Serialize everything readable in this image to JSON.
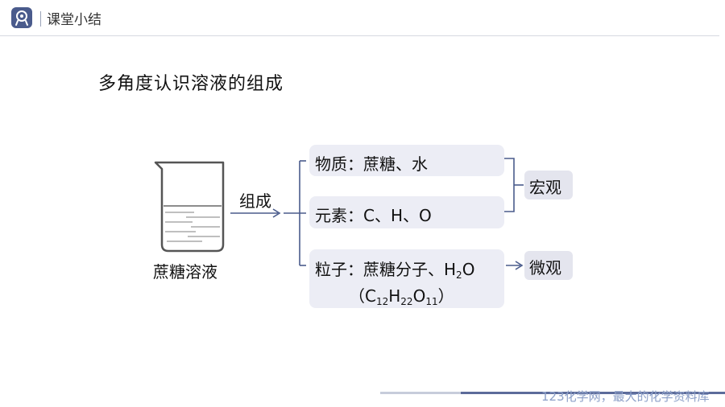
{
  "header": {
    "title": "课堂小结",
    "logo_icon": "app-logo-icon",
    "accent": "#4a5b8c"
  },
  "heading": "多角度认识溶液的组成",
  "diagram": {
    "source": "蔗糖溶液",
    "relation": "组成",
    "items": [
      {
        "label": "物质：蔗糖、水"
      },
      {
        "label": "元素：C、H、O"
      },
      {
        "label_prefix": "粒子：蔗糖分子、H",
        "label_sub": "2",
        "label_suffix": "O",
        "formula": {
          "open": "（C",
          "c_sub": "12",
          "h": "H",
          "h_sub": "22",
          "o": "O",
          "o_sub": "11",
          "close": "）"
        }
      }
    ],
    "tags": {
      "macro": "宏观",
      "micro": "微观"
    },
    "line_color": "#4a5b8c",
    "box_color": "#ecedf5"
  },
  "footer": {
    "watermark": "123化学网，最大的化学资料库"
  }
}
